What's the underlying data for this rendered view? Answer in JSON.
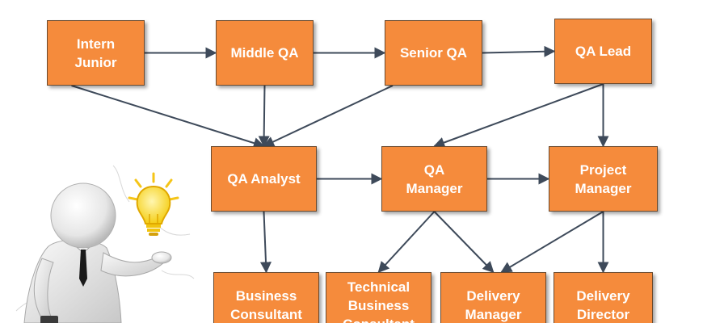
{
  "colors": {
    "box_fill": "#f58b3c",
    "box_border": "#6b4a2e",
    "box_text": "#ffffff",
    "arrow": "#3e4a5a",
    "bulb": "#f7d21c"
  },
  "nodes": {
    "intern_junior": {
      "lines": [
        "Intern",
        "Junior"
      ]
    },
    "middle_qa": {
      "lines": [
        "Middle QA"
      ]
    },
    "senior_qa": {
      "lines": [
        "Senior QA"
      ]
    },
    "qa_lead": {
      "lines": [
        "QA Lead"
      ]
    },
    "qa_analyst": {
      "lines": [
        "QA Analyst"
      ]
    },
    "qa_manager": {
      "lines": [
        "QA",
        "Manager"
      ]
    },
    "project_manager": {
      "lines": [
        "Project",
        "Manager"
      ]
    },
    "business_consultant": {
      "lines": [
        "Business",
        "Consultant"
      ]
    },
    "technical_business_consultant": {
      "lines": [
        "Technical",
        "Business",
        "Consultant"
      ]
    },
    "delivery_manager": {
      "lines": [
        "Delivery",
        "Manager"
      ]
    },
    "delivery_director": {
      "lines": [
        "Delivery",
        "Director"
      ]
    }
  },
  "edges": [
    [
      "intern_junior",
      "middle_qa"
    ],
    [
      "middle_qa",
      "senior_qa"
    ],
    [
      "senior_qa",
      "qa_lead"
    ],
    [
      "intern_junior",
      "qa_analyst"
    ],
    [
      "middle_qa",
      "qa_analyst"
    ],
    [
      "senior_qa",
      "qa_analyst"
    ],
    [
      "qa_lead",
      "qa_manager"
    ],
    [
      "qa_lead",
      "project_manager"
    ],
    [
      "qa_analyst",
      "qa_manager"
    ],
    [
      "qa_manager",
      "project_manager"
    ],
    [
      "qa_analyst",
      "business_consultant"
    ],
    [
      "qa_manager",
      "technical_business_consultant"
    ],
    [
      "qa_manager",
      "delivery_manager"
    ],
    [
      "project_manager",
      "delivery_manager"
    ],
    [
      "project_manager",
      "delivery_director"
    ]
  ],
  "illustration": {
    "figure": "businessman-figure",
    "icon": "light-bulb-icon"
  }
}
